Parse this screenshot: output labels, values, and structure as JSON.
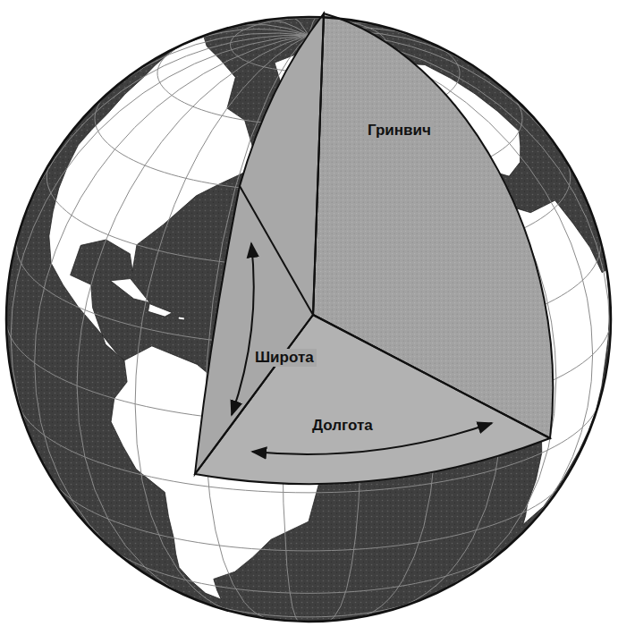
{
  "diagram": {
    "labels": [
      "Гринвич",
      "Широта",
      "Долгота"
    ]
  }
}
